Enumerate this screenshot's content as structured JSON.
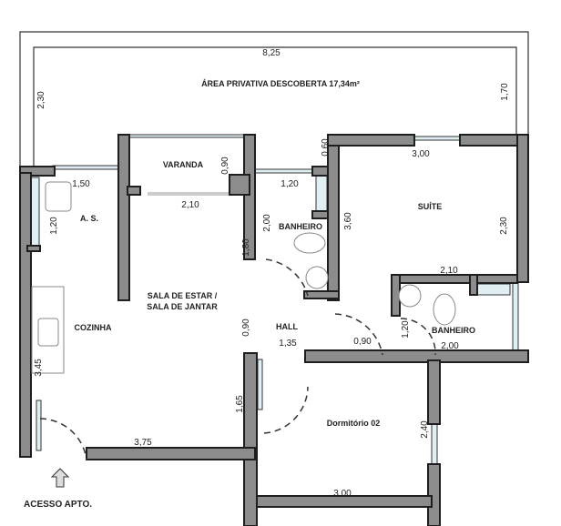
{
  "rooms": {
    "terrace": "ÁREA PRIVATIVA DESCOBERTA 17,34m²",
    "varanda": "VARANDA",
    "as": "A. S.",
    "banheiro1": "BANHEIRO",
    "suite": "SUÍTE",
    "sala_line1": "SALA DE ESTAR /",
    "sala_line2": "SALA DE JANTAR",
    "cozinha": "COZINHA",
    "hall": "HALL",
    "banheiro2": "BANHEIRO",
    "dormitorio": "Dormitório 02"
  },
  "dimensions": {
    "terrace_width": "8,25",
    "terrace_left": "2,30",
    "terrace_right": "1,70",
    "as_width": "1,50",
    "as_height": "1,20",
    "varanda_depth": "0,90",
    "varanda_width": "2,10",
    "bath_top": "1,20",
    "bath_height": "2,00",
    "sala_wall": "1,80",
    "suite_offset": "0,60",
    "suite_width": "3,00",
    "suite_height": "3,60",
    "suite_right": "2,30",
    "suite_bath_width": "2,10",
    "suite_bath_height": "1,20",
    "suite_bath_bottom": "2,00",
    "hall_opening": "0,90",
    "hall_width": "1,35",
    "hall_door": "0,90",
    "cozinha_height": "3,45",
    "sala_bottom": "3,75",
    "dorm_left": "1,65",
    "dorm_right": "2,40",
    "dorm_bottom": "3,00"
  },
  "entrance": {
    "label": "ACESSO APTO.",
    "icon": "arrow-up-icon"
  }
}
